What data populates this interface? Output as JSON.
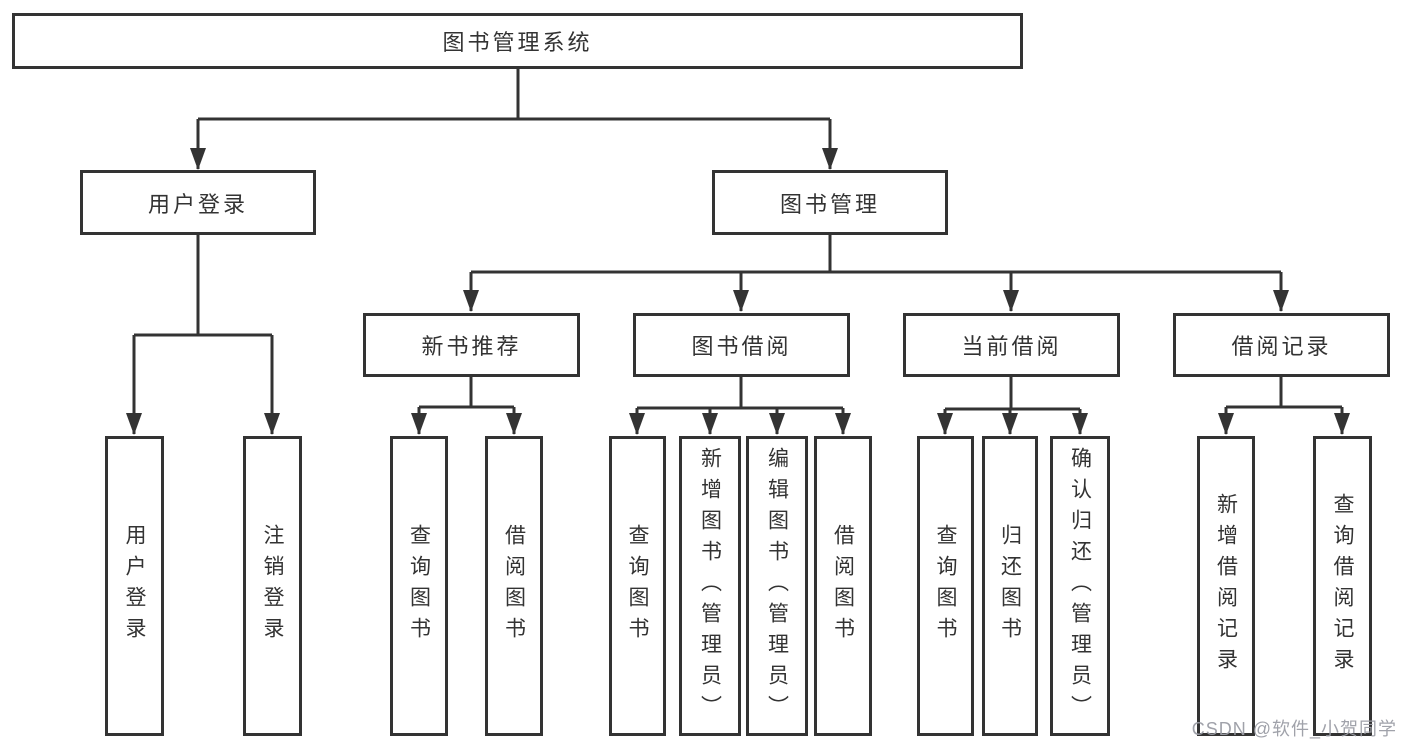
{
  "diagram": {
    "type": "hierarchy-tree",
    "colors": {
      "line": "#333333",
      "box_border": "#333333",
      "text": "#333333",
      "background": "#ffffff",
      "watermark": "#9b9da5"
    },
    "nodes": {
      "root": "图书管理系统",
      "userLogin": "用户登录",
      "bookManagement": "图书管理",
      "newBookRecommend": "新书推荐",
      "bookBorrowing": "图书借阅",
      "currentBorrowing": "当前借阅",
      "borrowingRecords": "借阅记录",
      "leafUserLogin": "用户登录",
      "leafLogout": "注销登录",
      "leafQueryBooksA": "查询图书",
      "leafBorrowBooksA": "借阅图书",
      "leafQueryBooksB": "查询图书",
      "leafAddBooks": "新增图书（管理员）",
      "leafEditBooks": "编辑图书（管理员）",
      "leafBorrowBooksB": "借阅图书",
      "leafQueryBooksC": "查询图书",
      "leafReturnBooks": "归还图书",
      "leafConfirmReturn": "确认归还（管理员）",
      "leafAddBorrowRecord": "新增借阅记录",
      "leafQueryBorrowRecord": "查询借阅记录"
    },
    "watermark": "CSDN @软件_小贺同学"
  }
}
